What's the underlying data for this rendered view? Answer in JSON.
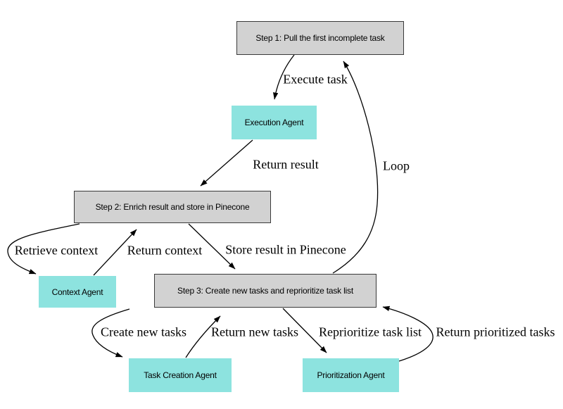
{
  "diagram": {
    "background_color": "#ffffff",
    "colors": {
      "step_fill": "#d2d2d2",
      "step_border": "#3a3a3a",
      "agent_fill": "#8de3df",
      "edge_stroke": "#000000",
      "text": "#000000"
    },
    "nodes": {
      "step1": {
        "label": "Step 1: Pull the first incomplete task",
        "type": "step"
      },
      "execution_agent": {
        "label": "Execution Agent",
        "type": "agent"
      },
      "step2": {
        "label": "Step 2: Enrich result and store in Pinecone",
        "type": "step"
      },
      "context_agent": {
        "label": "Context Agent",
        "type": "agent"
      },
      "step3": {
        "label": "Step 3: Create new tasks and reprioritize task list",
        "type": "step"
      },
      "task_creation_agent": {
        "label": "Task Creation Agent",
        "type": "agent"
      },
      "prioritization_agent": {
        "label": "Prioritization Agent",
        "type": "agent"
      }
    },
    "edges": {
      "execute_task": {
        "label": "Execute task",
        "from": "step1",
        "to": "execution_agent"
      },
      "return_result": {
        "label": "Return result",
        "from": "execution_agent",
        "to": "step2"
      },
      "loop": {
        "label": "Loop",
        "from": "step3",
        "to": "step1"
      },
      "retrieve_context": {
        "label": "Retrieve context",
        "from": "step2",
        "to": "context_agent"
      },
      "return_context": {
        "label": "Return context",
        "from": "context_agent",
        "to": "step2"
      },
      "store_result_in_pinecone": {
        "label": "Store result in Pinecone",
        "from": "step2",
        "to": "step3"
      },
      "create_new_tasks": {
        "label": "Create new tasks",
        "from": "step3",
        "to": "task_creation_agent"
      },
      "return_new_tasks": {
        "label": "Return new tasks",
        "from": "task_creation_agent",
        "to": "step3"
      },
      "reprioritize_task_list": {
        "label": "Reprioritize task list",
        "from": "step3",
        "to": "prioritization_agent"
      },
      "return_prioritized_tasks": {
        "label": "Return prioritized tasks",
        "from": "prioritization_agent",
        "to": "step3"
      }
    }
  }
}
